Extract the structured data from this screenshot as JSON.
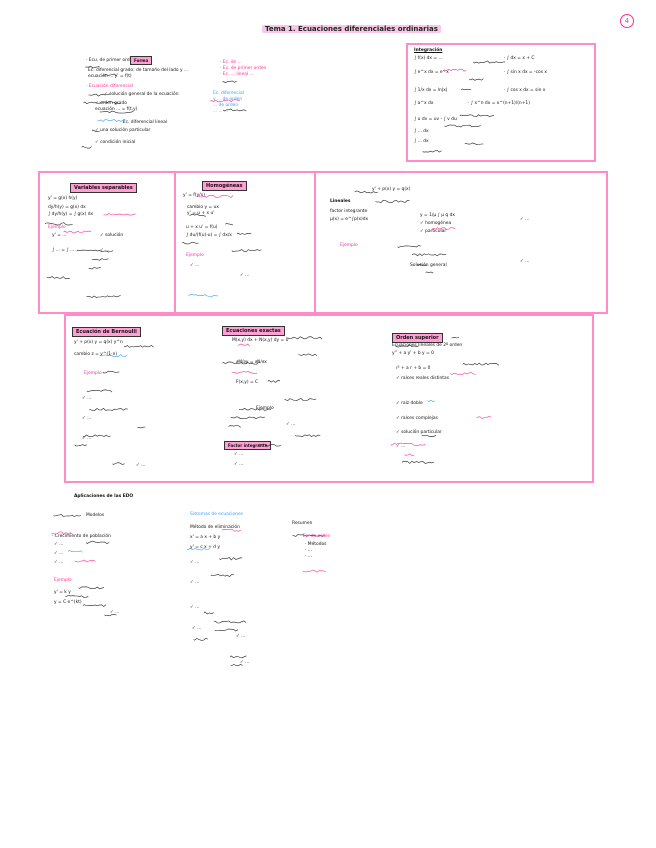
{
  "page": {
    "title": "Tema 1. Ecuaciones diferenciales ordinarias",
    "page_number": "4"
  },
  "sections": {
    "top_left": {
      "lines": [
        "· Ecu. de primer orden",
        "Forma",
        "· Ecuación diferencial",
        "· Ec. diferencial lineal"
      ],
      "notes": [
        "Ec. diferencial grado: de tamaño del lado y ...",
        "ecuación ... y' = f(t)",
        "✓ orden grado",
        "✓ solución general de la ecuación",
        "ecuación ... = f(t,y)",
        "✓ una solución particular",
        "✓ condición inicial"
      ]
    },
    "top_mid": {
      "pink_lines": [
        "· Ec. de ...",
        "· Ec. de primer orden",
        "· Ec. ... lineal ..."
      ],
      "blue_lines": [
        "Ec. diferencial",
        "y ... de orden",
        "... de orden",
        "... ... ..."
      ]
    },
    "top_right": {
      "header": "Integración",
      "lines": [
        "∫ f(x) dx = ...",
        "· ∫ dx = x + C",
        "∫ e^x dx = e^x",
        "· ∫ sin x dx = -cos x",
        "∫ 1/x dx = ln|x|",
        "· ∫ cos x dx = sin x",
        "∫ a^x dx",
        "· ∫ x^n dx = x^(n+1)/(n+1)",
        "∫ u dv = uv - ∫ v du",
        "∫ ... dx",
        "∫ ... dx"
      ]
    },
    "row2": {
      "panel1": {
        "header": "Variables separables",
        "lines": [
          "y' = g(x) h(y)",
          "dy/h(y) = g(x) dx",
          "∫ dy/h(y) = ∫ g(x) dx",
          "Ejemplo",
          "y' = ...",
          "✓ solución",
          "∫ ... = ∫ ...",
          "✓ ..."
        ]
      },
      "panel2": {
        "header": "Homogéneas",
        "lines": [
          "y' = f(y/x)",
          "cambio y = ux",
          "y' = u + x u'",
          "u + x u' = f(u)",
          "∫ du/(f(u)-u) = ∫ dx/x",
          "Ejemplo",
          "✓ ...",
          "✓ ..."
        ]
      },
      "panel3": {
        "header": "Lineales",
        "lines": [
          "y' + p(x) y = q(x)",
          "factor integrante",
          "μ(x) = e^∫p(x)dx",
          "y = 1/μ ∫ μ q dx",
          "✓ homogénea",
          "✓ particular",
          "Ejemplo",
          "Solución general",
          "✓ ...",
          "✓ ..."
        ]
      }
    },
    "row3": {
      "panel1": {
        "header": "Ecuación de Bernoulli",
        "lines": [
          "y' + p(x) y = q(x) y^n",
          "cambio z = y^(1-n)",
          "Ejemplo",
          "✓ ...",
          "✓ ...",
          "✓ ...",
          "✓ ..."
        ]
      },
      "panel2": {
        "header": "Ecuaciones exactas",
        "lines": [
          "M(x,y) dx + N(x,y) dy = 0",
          "∂M/∂y = ∂N/∂x",
          "F(x,y) = C",
          "Ejemplo",
          "✓ ...",
          "Factor integrante",
          "✓ ...",
          "✓ ..."
        ]
      },
      "panel3": {
        "header": "Orden superior",
        "lines": [
          "Ecuaciones lineales de 2º orden",
          "y'' + a y' + b y = 0",
          "r² + a r + b = 0",
          "✓ raíces reales distintas",
          "✓ raíz doble",
          "✓ raíces complejas",
          "✓ solución particular",
          "✓ ..."
        ]
      }
    },
    "bottom": {
      "col1": {
        "header": "Aplicaciones de las EDO",
        "lines": [
          "Modelos",
          "· Crecimiento de población",
          "✓ ...",
          "✓ ...",
          "✓ ...",
          "Ejemplo",
          "y' = k y",
          "y = C e^(kt)",
          "✓ ..."
        ]
      },
      "col2": {
        "header": "Sistemas de ecuaciones",
        "lines": [
          "Método de eliminación",
          "x' = a x + b y",
          "y' = c x + d y",
          "✓ ...",
          "✓ ...",
          "✓ ...",
          "✓ ...",
          "✓ ...",
          "✓ ..."
        ]
      },
      "col3": {
        "header": "Resumen",
        "lines": [
          "· Ec. de orden",
          "· Métodos",
          "· ...",
          "· ..."
        ]
      }
    }
  }
}
